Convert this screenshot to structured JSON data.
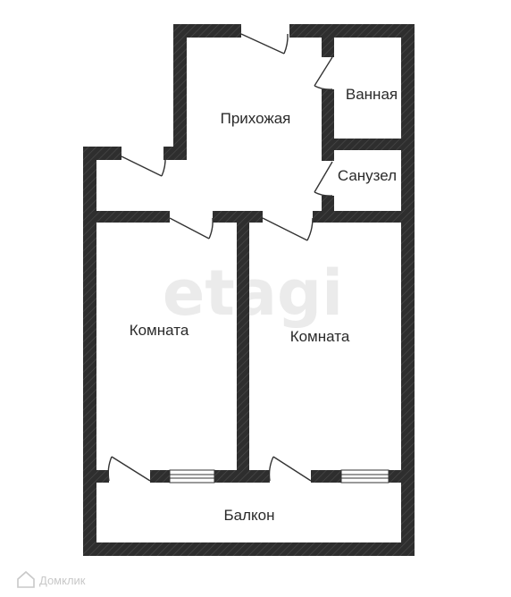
{
  "plan": {
    "rooms": {
      "hallway": "Прихожая",
      "bathroom": "Ванная",
      "toilet": "Санузел",
      "room_left": "Комната",
      "room_right": "Комната",
      "balcony": "Балкон"
    },
    "watermark": "etagi",
    "corner_brand": "Домклик",
    "colors": {
      "wall": "#2e2e2e",
      "wall_hatch": "#4a4a4a",
      "background": "#ffffff",
      "door": "#333333"
    }
  }
}
